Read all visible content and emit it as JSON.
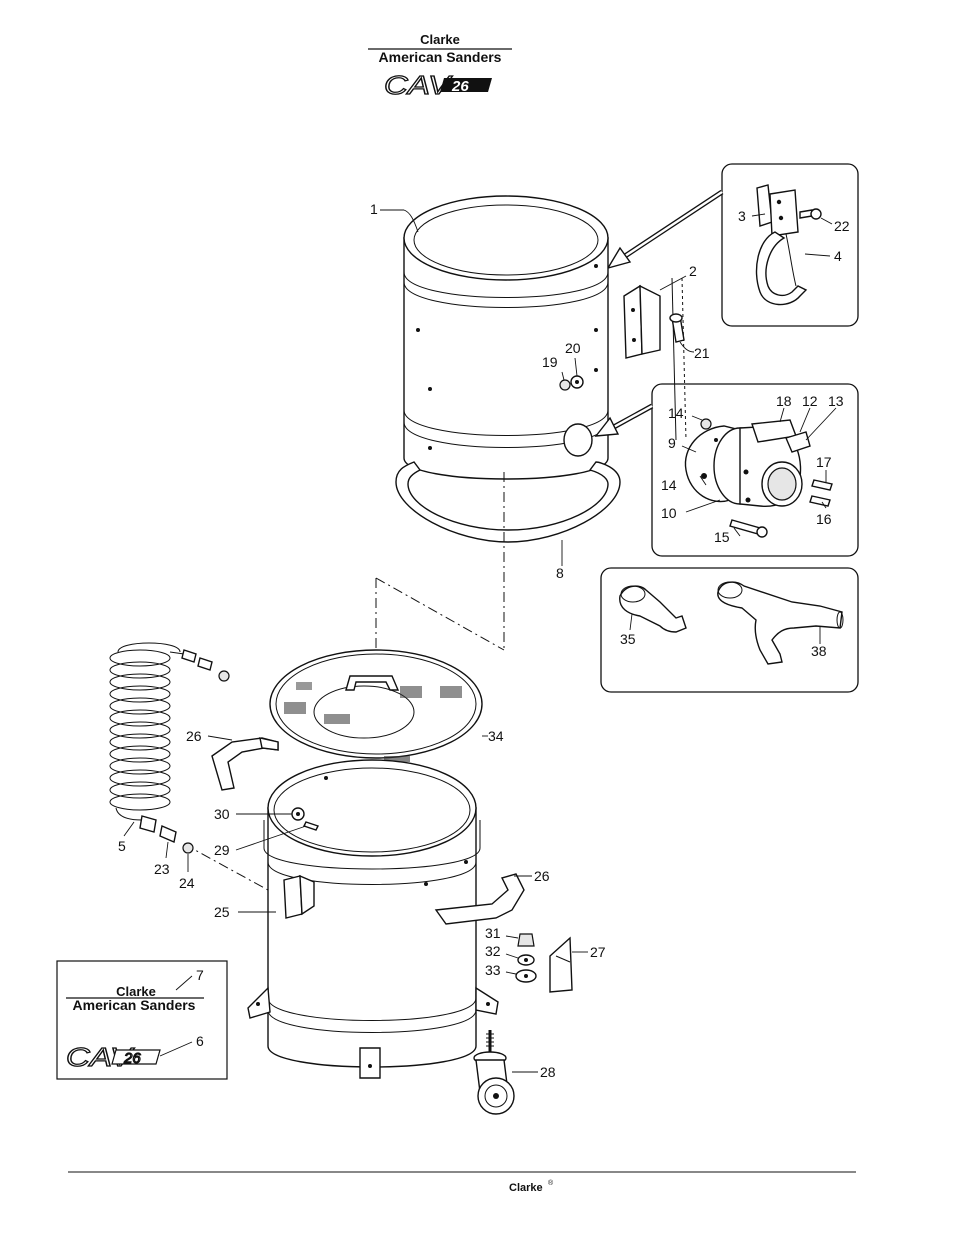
{
  "header": {
    "brand_line_1": "Clarke",
    "brand_line_2": "American Sanders",
    "model_text": "CAV",
    "model_tag": "26"
  },
  "decal": {
    "brand_line_1": "Clarke",
    "brand_line_2": "American Sanders",
    "model_text": "CAV",
    "model_tag": "26"
  },
  "callouts": {
    "c1": "1",
    "c2": "2",
    "c3": "3",
    "c4": "4",
    "c5": "5",
    "c6": "6",
    "c7": "7",
    "c8": "8",
    "c9": "9",
    "c10": "10",
    "c12": "12",
    "c13": "13",
    "c14a": "14",
    "c14b": "14",
    "c15": "15",
    "c16": "16",
    "c17": "17",
    "c18": "18",
    "c19": "19",
    "c20": "20",
    "c21": "21",
    "c22": "22",
    "c23": "23",
    "c24": "24",
    "c25": "25",
    "c26a": "26",
    "c26b": "26",
    "c27": "27",
    "c28": "28",
    "c29": "29",
    "c30": "30",
    "c31": "31",
    "c32": "32",
    "c33": "33",
    "c34": "34",
    "c35": "35",
    "c38": "38"
  },
  "footer": {
    "brand": "Clarke"
  }
}
